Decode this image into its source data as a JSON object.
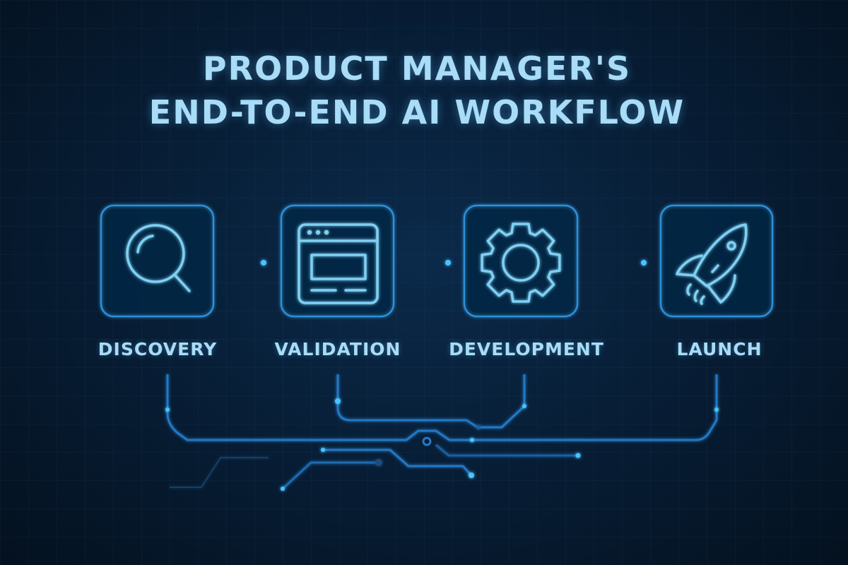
{
  "title": {
    "line1": "PRODUCT MANAGER'S",
    "line2": "END-TO-END AI WORKFLOW"
  },
  "steps": [
    {
      "label": "DISCOVERY",
      "icon": "magnifying-glass-icon"
    },
    {
      "label": "VALIDATION",
      "icon": "browser-window-icon"
    },
    {
      "label": "DEVELOPMENT",
      "icon": "gear-icon"
    },
    {
      "label": "LAUNCH",
      "icon": "rocket-icon"
    }
  ],
  "colors": {
    "text": "#a9dcf6",
    "accent": "#2d8fd6",
    "glow": "#49c3ff",
    "background": "#071c33"
  }
}
